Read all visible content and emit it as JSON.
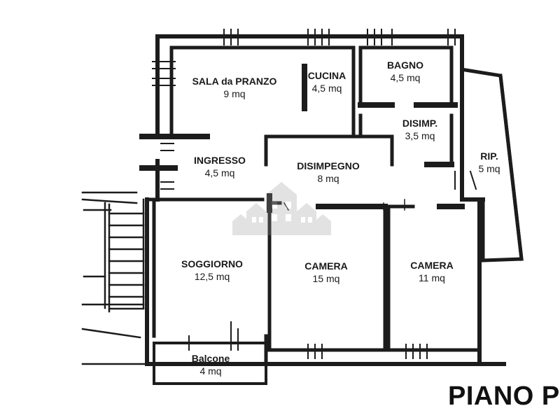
{
  "rooms": [
    {
      "id": "sala-da-pranzo",
      "name": "SALA da PRANZO",
      "area": "9 mq"
    },
    {
      "id": "cucina",
      "name": "CUCINA",
      "area": "4,5 mq"
    },
    {
      "id": "bagno",
      "name": "BAGNO",
      "area": "4,5 mq"
    },
    {
      "id": "disimp",
      "name": "DISIMP.",
      "area": "3,5 mq"
    },
    {
      "id": "ripostiglio",
      "name": "RIP.",
      "area": "5 mq"
    },
    {
      "id": "ingresso",
      "name": "INGRESSO",
      "area": "4,5 mq"
    },
    {
      "id": "disimpegno",
      "name": "DISIMPEGNO",
      "area": "8 mq"
    },
    {
      "id": "soggiorno",
      "name": "SOGGIORNO",
      "area": "12,5 mq"
    },
    {
      "id": "camera-centrale",
      "name": "CAMERA",
      "area": "15 mq"
    },
    {
      "id": "camera-destra",
      "name": "CAMERA",
      "area": "11 mq"
    },
    {
      "id": "balcone",
      "name": "Balcone",
      "area": "4 mq"
    }
  ],
  "floor_title": "PIANO P",
  "colors": {
    "wall": "#1c1c1c",
    "background": "#ffffff",
    "watermark": "#9a9a9a"
  },
  "watermark_icon": "houses-logo-icon"
}
